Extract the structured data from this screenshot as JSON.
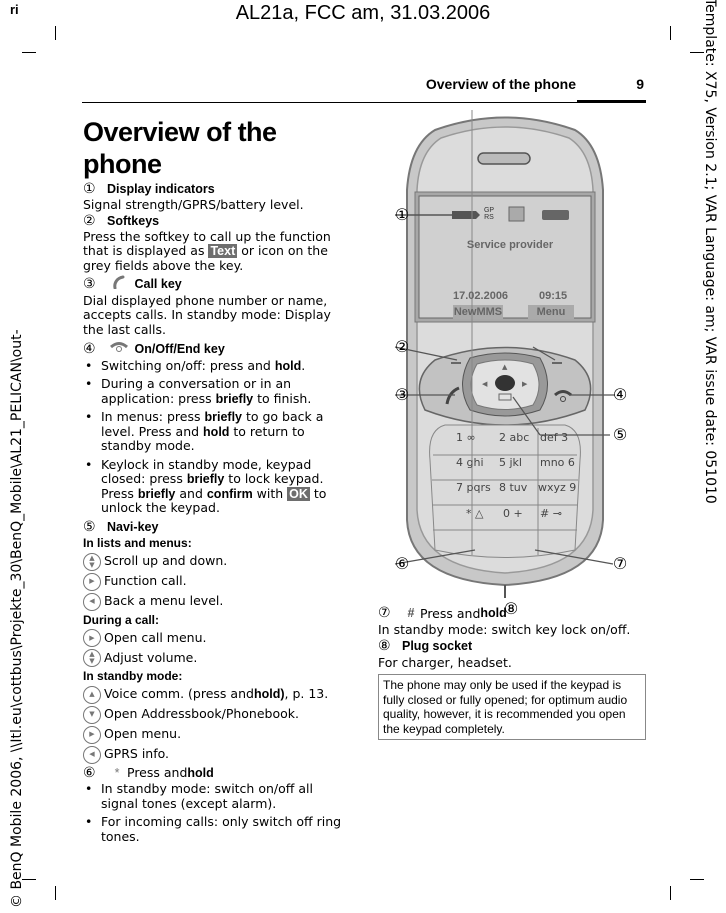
{
  "print_marks": {
    "top_left_label": "ri",
    "banner": "AL21a, FCC am, 31.03.2006",
    "left_margin_text": "© BenQ Mobile 2006, \\\\Itl.eu\\cottbus\\Projekte_30\\BenQ_Mobile\\AL21_PELICAN\\out-",
    "right_margin_text": "Template: X75, Version 2.1; VAR Language: am; VAR issue date: 051010"
  },
  "header": {
    "section_title": "Overview of the phone",
    "page_number": "9"
  },
  "page_title": "Overview of the phone",
  "items": [
    {
      "num": "①",
      "title": "Display indicators",
      "text": "Signal strength/GPRS/battery level."
    },
    {
      "num": "②",
      "title": "Softkeys",
      "text_before": "Press the softkey to call up the function that is displayed as ",
      "chip": "Text",
      "text_after": " or icon on the grey fields above the key."
    },
    {
      "num": "③",
      "icon": "call-key-icon",
      "title": "Call key",
      "text": "Dial displayed phone number or name, accepts calls. In standby mode: Display the last calls."
    },
    {
      "num": "④",
      "icon": "end-key-icon",
      "title": "On/Off/End key",
      "bullets": [
        {
          "a": "Switching on/off: press and ",
          "b": "hold",
          "c": "."
        },
        {
          "a": "During a conversation or in an application: press ",
          "b": "briefly",
          "c": " to finish."
        },
        {
          "a": "In menus: press ",
          "b": "briefly",
          "c": " to go back a level. Press and ",
          "d": "hold",
          "e": " to return to standby mode."
        },
        {
          "a": "Keylock in standby mode, keypad closed: press ",
          "b": "briefly",
          "c": " to lock keypad. Press ",
          "d": "briefly",
          "e": " and ",
          "f": "confirm",
          "g": " with ",
          "chip": "OK",
          "h": " to unlock the keypad."
        }
      ]
    },
    {
      "num": "⑤",
      "title": "Navi-key",
      "groups": [
        {
          "heading": "In lists and menus:",
          "rows": [
            {
              "icon": "up-down",
              "text": "Scroll up and down."
            },
            {
              "icon": "right",
              "text": "Function call."
            },
            {
              "icon": "left",
              "text": "Back a menu level."
            }
          ]
        },
        {
          "heading": "During a call:",
          "rows": [
            {
              "icon": "right",
              "text": "Open call menu."
            },
            {
              "icon": "up-down",
              "text": "Adjust volume."
            }
          ]
        },
        {
          "heading": "In standby mode:",
          "rows": [
            {
              "icon": "up",
              "text_a": "Voice comm. (press and ",
              "bold": "hold)",
              "text_b": ", p. 13."
            },
            {
              "icon": "down",
              "text": "Open Addressbook/Phonebook."
            },
            {
              "icon": "right",
              "text": "Open menu."
            },
            {
              "icon": "left",
              "text": "GPRS info."
            }
          ]
        }
      ]
    },
    {
      "num": "⑥",
      "key": "*",
      "title_a": "Press and ",
      "title_b": "hold",
      "bullets": [
        {
          "a": "In standby mode: switch on/off all signal tones (except alarm)."
        },
        {
          "a": "For incoming calls: only switch off ring tones."
        }
      ]
    },
    {
      "num": "⑦",
      "key": "#",
      "title_a": "Press and ",
      "title_b": "hold",
      "text": "In standby mode: switch key lock on/off."
    },
    {
      "num": "⑧",
      "title": "Plug socket",
      "text": "For charger, headset."
    }
  ],
  "note": "The phone may only be used if the keypad is  fully closed or fully opened; for optimum audio quality, however, it is recommended you open the keypad completely.",
  "phone": {
    "screen": {
      "provider": "Service provider",
      "date": "17.02.2006",
      "time": "09:15",
      "gprs_icon": "GP RS",
      "softkey_left": "NewMMS",
      "softkey_right": "Menu"
    },
    "keypad": [
      [
        "1 ∞",
        "2 abc",
        "def 3"
      ],
      [
        "4 ghi",
        "5 jkl",
        "mno 6"
      ],
      [
        "7 pqrs",
        "8 tuv",
        "wxyz 9"
      ],
      [
        "* △",
        "0 +",
        "# ⊸"
      ]
    ],
    "callouts": [
      "①",
      "②",
      "③",
      "④",
      "⑤",
      "⑥",
      "⑦",
      "⑧"
    ]
  }
}
